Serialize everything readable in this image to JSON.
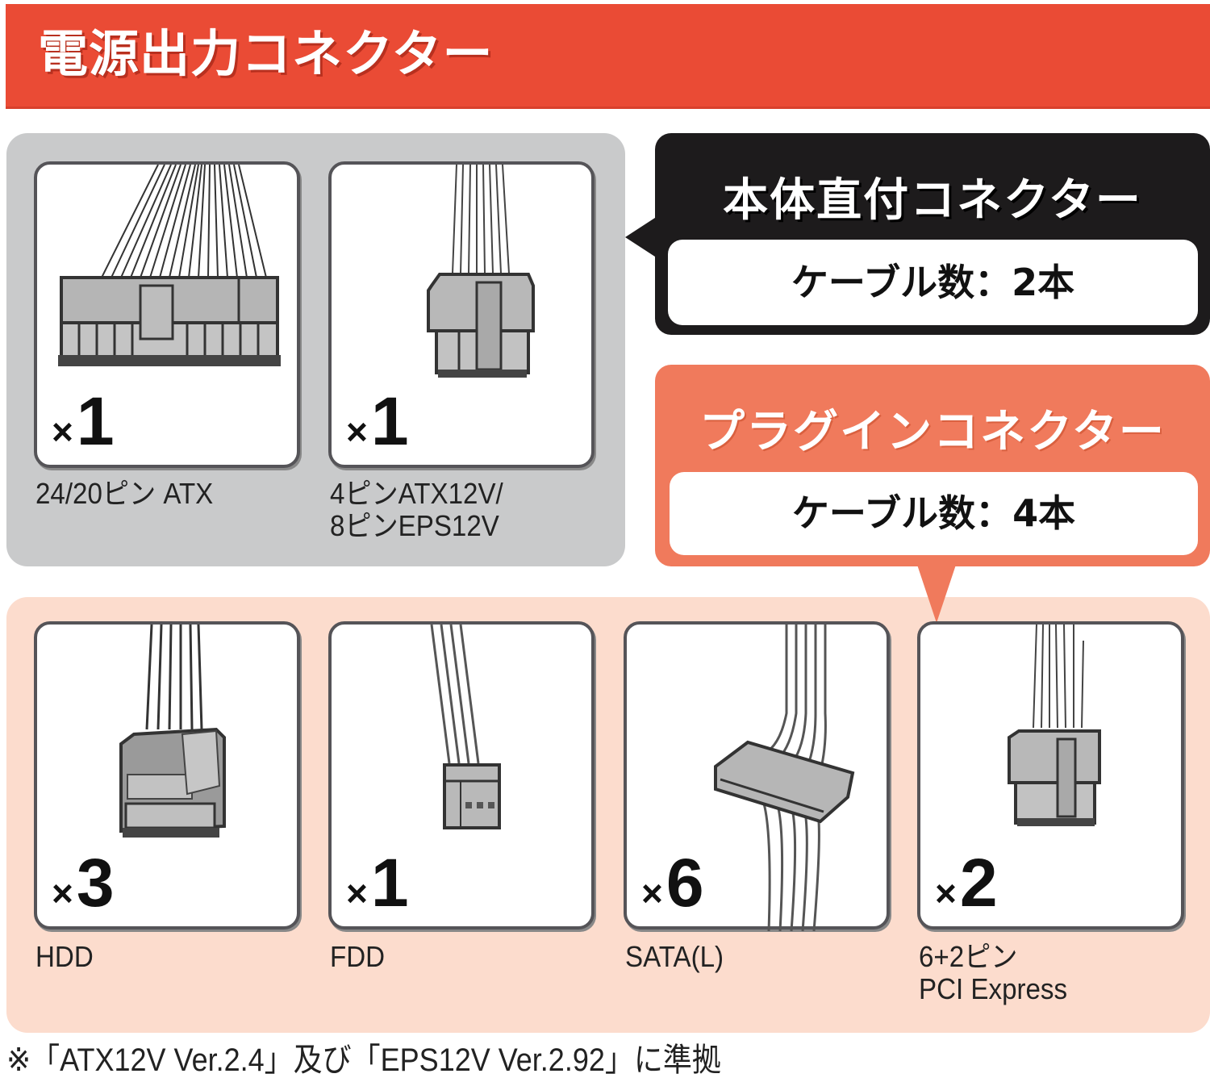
{
  "header": {
    "title": "電源出力コネクター",
    "color": "#ea4b35"
  },
  "direct": {
    "title": "本体直付コネクター",
    "cable_count": "ケーブル数：2本",
    "color": "#1d1b1c",
    "panel_color": "#c9cacb",
    "connectors": [
      {
        "icon": "atx-24pin-connector-icon",
        "qty_x": "×",
        "qty": "1",
        "label_lines": [
          "24/20ピン ATX"
        ]
      },
      {
        "icon": "eps-8pin-connector-icon",
        "qty_x": "×",
        "qty": "1",
        "label_lines": [
          "4ピンATX12V/",
          "8ピンEPS12V"
        ]
      }
    ]
  },
  "plugin": {
    "title": "プラグインコネクター",
    "cable_count": "ケーブル数：4本",
    "color": "#f07a5c",
    "panel_color": "#fcdccd",
    "connectors": [
      {
        "icon": "hdd-molex-connector-icon",
        "qty_x": "×",
        "qty": "3",
        "label_lines": [
          "HDD"
        ]
      },
      {
        "icon": "fdd-connector-icon",
        "qty_x": "×",
        "qty": "1",
        "label_lines": [
          "FDD"
        ]
      },
      {
        "icon": "sata-connector-icon",
        "qty_x": "×",
        "qty": "6",
        "label_lines": [
          "SATA(L)"
        ]
      },
      {
        "icon": "pcie-6plus2-connector-icon",
        "qty_x": "×",
        "qty": "2",
        "label_lines": [
          "6+2ピン",
          "PCI Express"
        ]
      }
    ]
  },
  "footnote": "※「ATX12V Ver.2.4」及び「EPS12V Ver.2.92」に準拠"
}
